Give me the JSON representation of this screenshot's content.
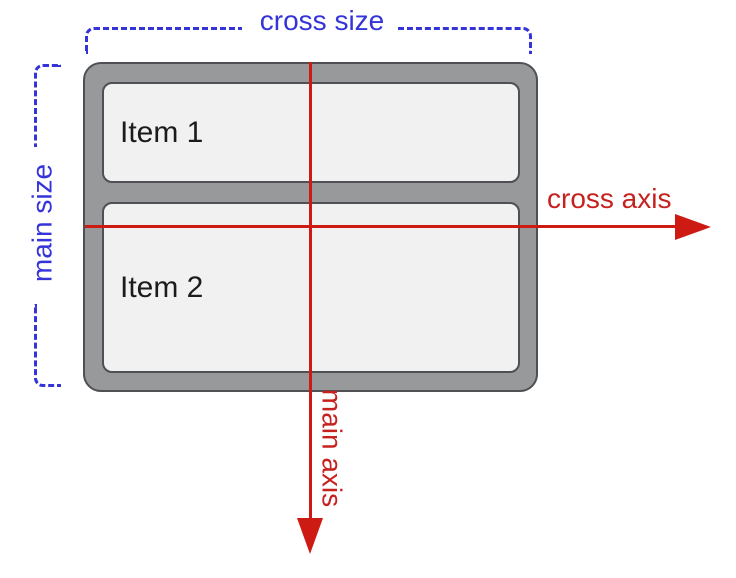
{
  "colors": {
    "blue": "#3434d8",
    "red_line": "#cd1a12",
    "red_text": "#c5221f",
    "container_bg": "#98999b",
    "container_border": "#4e5053",
    "item_bg": "#f1f1f2",
    "item_border": "#4e5053",
    "item_text": "#1b1b1b",
    "canvas_bg": "#ffffff"
  },
  "diagram": {
    "labels": {
      "cross_size": "cross size",
      "main_size": "main size",
      "cross_axis": "cross axis",
      "main_axis": "main axis"
    },
    "container": {
      "items": [
        {
          "label": "Item 1"
        },
        {
          "label": "Item 2"
        }
      ]
    }
  }
}
